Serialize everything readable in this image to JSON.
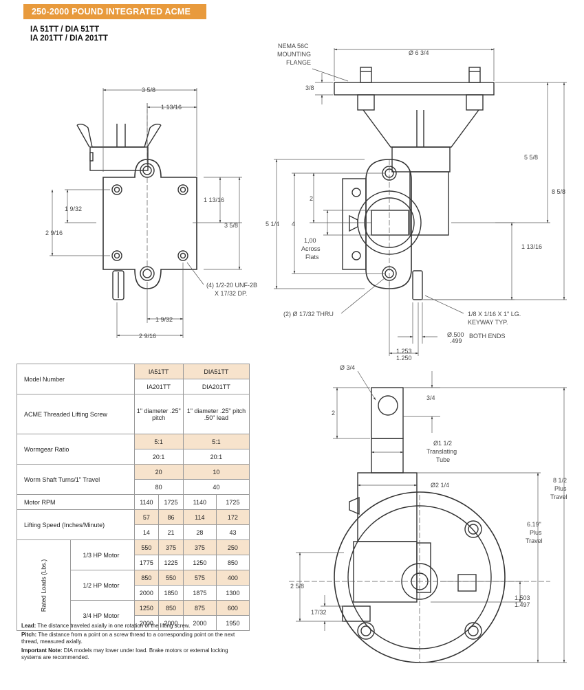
{
  "header": {
    "title": "250-2000 POUND INTEGRATED ACME SCREW",
    "color": "#e89a3c"
  },
  "models": {
    "line1": "IA 51TT / DIA 51TT",
    "line2": "IA 201TT / DIA 201TT"
  },
  "dims": {
    "d_3_5_8": "3 5/8",
    "d_1_13_16": "1 13/16",
    "d_1_9_32": "1 9/32",
    "d_2_9_16": "2 9/16",
    "d_1_13_16_v": "1 13/16",
    "d_3_5_8_v": "3 5/8",
    "d_1_9_32_b": "1 9/32",
    "d_2_9_16_b": "2 9/16",
    "tap_l1": "(4) 1/2-20 UNF-2B",
    "tap_l2": "X 17/32 DP.",
    "nema_l1": "NEMA 56C",
    "nema_l2": "MOUNTING",
    "nema_l3": "FLANGE",
    "d_6_3_4": "Ø 6 3/4",
    "d_3_8": "3/8",
    "d_5_5_8": "5 5/8",
    "d_8_5_8": "8 5/8",
    "d_2": "2",
    "d_5_1_4": "5 1/4",
    "d_4": "4",
    "across_l1": "1,00",
    "across_l2": "Across",
    "across_l3": "Flats",
    "d_1_13_16_r": "1 13/16",
    "thru": "(2) Ø 17/32 THRU",
    "key_l1": "1/8 X 1/16 X 1\" LG.",
    "key_l2": "KEYWAY TYP.",
    "shaft_a": "Ø.500",
    "shaft_b": ".499",
    "both_ends": "BOTH ENDS",
    "d_1253": "1.253",
    "d_1250": "1.250",
    "d_3_4_hole": "Ø 3/4",
    "d_3_4": "3/4",
    "d_2_b": "2",
    "tube_l1": "Ø1 1/2",
    "tube_l2": "Translating",
    "tube_l3": "Tube",
    "d_2_1_4": "Ø2 1/4",
    "travel_l1": "8 1/2",
    "travel_l2": "Plus",
    "travel_l3": "Travel",
    "travel2_l1": "6.19\"",
    "travel2_l2": "Plus",
    "travel2_l3": "Travel",
    "d_2_5_8": "2 5/8",
    "d_17_32": "17/32",
    "d_1503": "1.503",
    "d_1497": "1.497"
  },
  "table": {
    "model_label": "Model Number",
    "h_a1": "IA51TT",
    "h_a2": "IA201TT",
    "h_b1": "DIA51TT",
    "h_b2": "DIA201TT",
    "screw_label": "ACME Threaded Lifting Screw",
    "screw_a": "1\" diameter .25\" pitch",
    "screw_b": "1\" diameter .25\" pitch .50\" lead",
    "ratio_label": "Wormgear Ratio",
    "ratio_a1": "5:1",
    "ratio_a2": "20:1",
    "ratio_b1": "5:1",
    "ratio_b2": "20:1",
    "turns_label": "Worm Shaft Turns/1\" Travel",
    "turns_a1": "20",
    "turns_a2": "80",
    "turns_b1": "10",
    "turns_b2": "40",
    "rpm_label": "Motor RPM",
    "rpm": [
      "1140",
      "1725",
      "1140",
      "1725"
    ],
    "speed_label": "Lifting Speed (Inches/Minute)",
    "speed_r1": [
      "57",
      "86",
      "114",
      "172"
    ],
    "speed_r2": [
      "14",
      "21",
      "28",
      "43"
    ],
    "rated_label": "Rated Loads (Lbs.)",
    "hp1": "1/3 HP Motor",
    "hp1_r1": [
      "550",
      "375",
      "375",
      "250"
    ],
    "hp1_r2": [
      "1775",
      "1225",
      "1250",
      "850"
    ],
    "hp2": "1/2 HP Motor",
    "hp2_r1": [
      "850",
      "550",
      "575",
      "400"
    ],
    "hp2_r2": [
      "2000",
      "1850",
      "1875",
      "1300"
    ],
    "hp3": "3/4 HP Motor",
    "hp3_r1": [
      "1250",
      "850",
      "875",
      "600"
    ],
    "hp3_r2": [
      "2000",
      "2000",
      "2000",
      "1950"
    ]
  },
  "notes": {
    "lead_t": "Lead:",
    "lead": " The distance traveled axially in one rotation of the lifting screw.",
    "pitch_t": "Pitch:",
    "pitch": " The distance from a point on a screw thread to a corresponding point on the next thread, measured axially.",
    "imp_t": "Important Note:",
    "imp": " DIA models may lower under load. Brake motors or external locking systems are recommended."
  }
}
